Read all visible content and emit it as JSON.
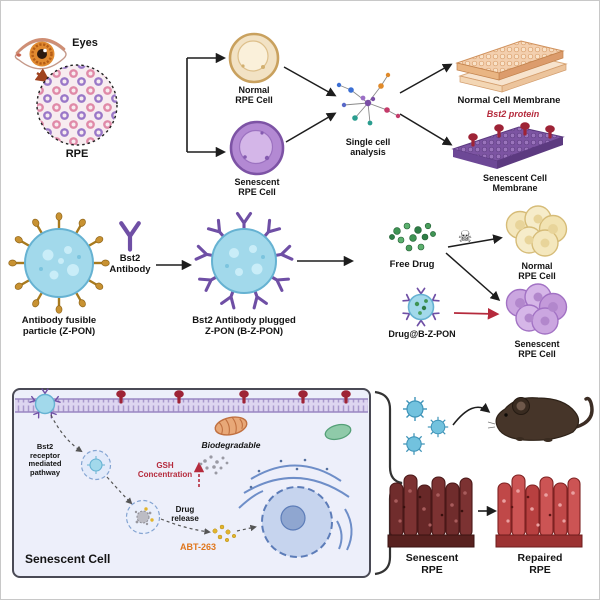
{
  "row1": {
    "eyes": "Eyes",
    "rpe": "RPE",
    "normal_rpe_cell": "Normal\nRPE Cell",
    "senescent_rpe_cell": "Senescent\nRPE Cell",
    "single_cell_analysis": "Single cell\nanalysis",
    "normal_cell_membrane": "Normal Cell Membrane",
    "bst2_protein": "Bst2 protein",
    "senescent_cell_membrane": "Senescent Cell\nMembrane"
  },
  "row2": {
    "zpon_label": "Antibody fusible\nparticle (Z-PON)",
    "bst2_antibody": "Bst2\nAntibody",
    "bzpon_label": "Bst2 Antibody plugged\nZ-PON (B-Z-PON)",
    "free_drug": "Free Drug",
    "skull_icon": "☠",
    "drug_bzpon": "Drug@B-Z-PON",
    "normal_rpe_cell": "Normal\nRPE Cell",
    "senescent_rpe_cell": "Senescent\nRPE Cell"
  },
  "row3": {
    "bst2_receptor_pathway": "Bst2\nreceptor\nmediated\npathway",
    "gsh_concentration": "GSH\nConcentration",
    "biodegradable": "Biodegradable",
    "drug_release": "Drug\nrelease",
    "abt_263": "ABT-263",
    "senescent_cell": "Senescent Cell",
    "senescent_rpe": "Senescent\nRPE",
    "repaired_rpe": "Repaired\nRPE"
  },
  "colors": {
    "particle_blue": "#a2d9eb",
    "antibody_purple": "#6f4fa5",
    "bst2_protein_red": "#9e2336",
    "accent_red_text": "#b52a3c",
    "abt263_orange": "#e0761c",
    "senescent_purple": "#b389d3",
    "normal_beige": "#f2e2c4",
    "drug_green": "#3f9454"
  }
}
